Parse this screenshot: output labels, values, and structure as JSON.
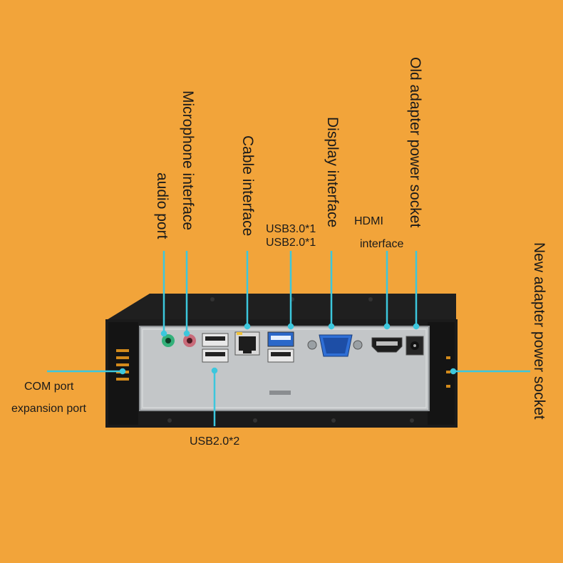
{
  "colors": {
    "background": "#f2a43a",
    "leader": "#3cc7dd",
    "chassis": "#1b1b1b",
    "panel": "#bfc2c4",
    "audio_green": "#33b07a",
    "mic_pink": "#c96b7a",
    "usb3_blue": "#2b68c9",
    "vga_blue": "#2f6fd6"
  },
  "labels": {
    "audio_port": "audio port",
    "microphone_interface": "Microphone interface",
    "cable_interface": "Cable interface",
    "usb3": "USB3.0*1",
    "usb2_single": "USB2.0*1",
    "display_interface": "Display interface",
    "hdmi": "HDMI",
    "hdmi_interface": "interface",
    "old_adapter": "Old adapter power socket",
    "new_adapter": "New adapter power socket",
    "com_port": "COM port",
    "expansion_port": "expansion port",
    "usb2_double": "USB2.0*2"
  },
  "icons": [
    "audio-jack-icon",
    "microphone-jack-icon",
    "usb-port-icon",
    "rj45-port-icon",
    "vga-port-icon",
    "hdmi-port-icon",
    "dc-power-socket-icon"
  ]
}
